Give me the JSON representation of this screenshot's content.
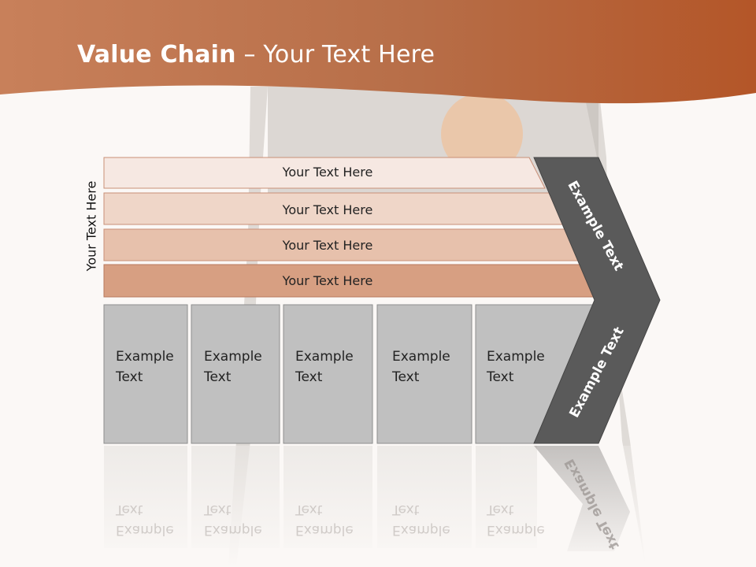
{
  "slide": {
    "title_bold": "Value Chain",
    "title_rest": " – Your Text Here",
    "side_label": "Your Text Here",
    "rows": [
      {
        "label": "Your Text Here",
        "color": "#f6e8e2"
      },
      {
        "label": "Your Text Here",
        "color": "#efd6c8"
      },
      {
        "label": "Your Text Here",
        "color": "#e7c1ac"
      },
      {
        "label": "Your Text Here",
        "color": "#d79f82"
      }
    ],
    "cells": [
      {
        "line1": "Example",
        "line2": "Text"
      },
      {
        "line1": "Example",
        "line2": "Text"
      },
      {
        "line1": "Example",
        "line2": "Text"
      },
      {
        "line1": "Example",
        "line2": "Text"
      },
      {
        "line1": "Example",
        "line2": "Text"
      }
    ],
    "chevron_top": "Example Text",
    "chevron_bottom": "Example Text",
    "colors": {
      "header": "#b9643a",
      "cell": "#c0c0c0",
      "chevron": "#5a5a5a"
    }
  }
}
